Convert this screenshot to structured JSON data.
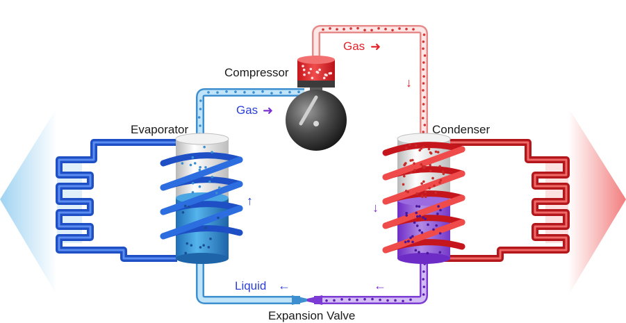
{
  "labels": {
    "compressor": "Compressor",
    "evaporator": "Evaporator",
    "condenser": "Condenser",
    "expansion_valve": "Expansion Valve",
    "gas_top": "Gas",
    "gas_left": "Gas",
    "liquid": "Liquid"
  },
  "colors": {
    "cold_pipe": "#5fb3e8",
    "hot_pipe": "#f4a6a6",
    "mixed_pipe": "#a97be0",
    "red_accent": "#e32229",
    "blue_accent": "#2b3fd6",
    "purple_accent": "#7a2fd0"
  }
}
